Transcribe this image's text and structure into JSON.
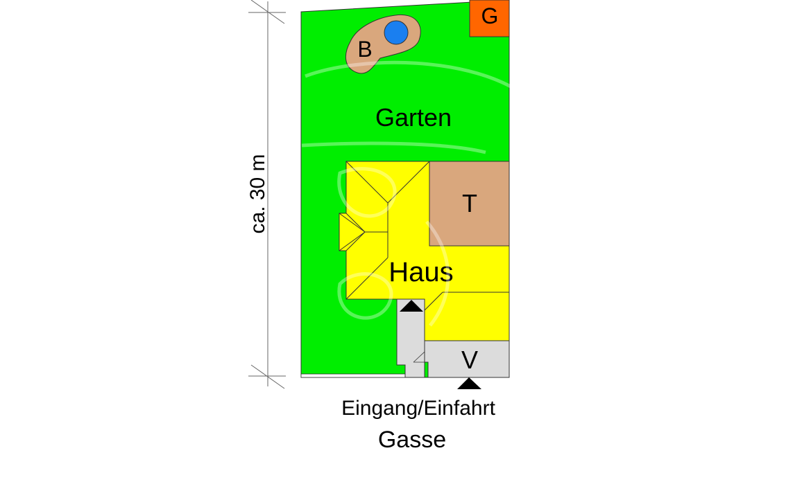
{
  "labels": {
    "dimension": "ca. 30 m",
    "garage": "G",
    "pond_area": "B",
    "garden": "Garten",
    "terrace": "T",
    "house": "Haus",
    "forecourt": "V",
    "entrance": "Eingang/Einfahrt",
    "street": "Gasse"
  },
  "colors": {
    "garden": "#00ee00",
    "house": "#ffff00",
    "terrace": "#d9a77d",
    "pond_area": "#d9a77d",
    "pond": "#1a7ff0",
    "garage": "#ff6600",
    "forecourt": "#dcdcdc",
    "path": "#dcdcdc",
    "outline": "#333333"
  },
  "icons": {
    "entrance_markers": [
      "triangle-up-icon",
      "triangle-up-icon"
    ]
  }
}
